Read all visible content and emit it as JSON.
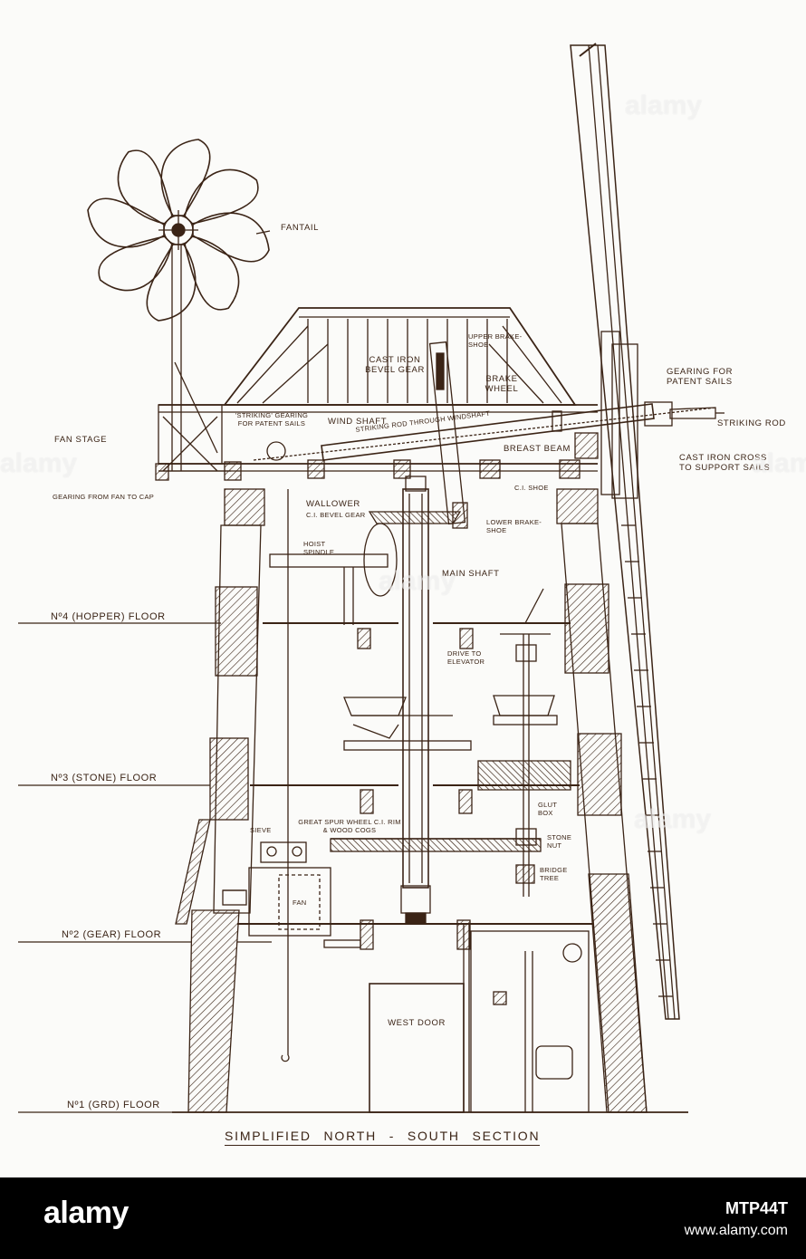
{
  "labels": {
    "fantail": "FANTAIL",
    "upper_brake_shoe": "UPPER BRAKE-SHOE",
    "cast_iron_bevel_gear": "CAST IRON BEVEL GEAR",
    "brake_wheel": "BRAKE WHEEL",
    "gearing_patent_sails": "GEARING FOR PATENT SAILS",
    "striking_gearing": "'STRIKING' GEARING FOR PATENT SAILS",
    "wind_shaft": "WIND SHAFT",
    "striking_rod_through": "STRIKING ROD THROUGH WINDSHAFT",
    "striking_rod": "STRIKING ROD",
    "fan_stage": "FAN STAGE",
    "breast_beam": "BREAST BEAM",
    "cast_iron_cross": "CAST IRON CROSS TO SUPPORT SAILS",
    "ci_shoe": "C.I. SHOE",
    "gearing_fan_to_cap": "GEARING FROM FAN TO CAP",
    "wallower": "WALLOWER",
    "ci_bevel_gear": "C.I. BEVEL GEAR",
    "lower_brake_shoe": "LOWER BRAKE-SHOE",
    "hoist_spindle": "HOIST SPINDLE",
    "main_shaft": "MAIN SHAFT",
    "floor_4": "Nº4 (HOPPER) FLOOR",
    "drive_to_elevator": "DRIVE TO ELEVATOR",
    "floor_3": "Nº3 (STONE) FLOOR",
    "glut_box": "GLUT BOX",
    "sieve": "SIEVE",
    "great_spur_wheel": "GREAT SPUR WHEEL C.I. RIM & WOOD COGS",
    "stone_nut": "STONE NUT",
    "bridge_tree": "BRIDGE TREE",
    "fan": "FAN",
    "floor_2": "Nº2 (GEAR) FLOOR",
    "west_door": "WEST DOOR",
    "floor_1": "Nº1 (GRD) FLOOR"
  },
  "title": "SIMPLIFIED NORTH - SOUTH SECTION",
  "watermark": "alamy",
  "footer": {
    "brand": "alamy",
    "image_code": "MTP44T",
    "site": "www.alamy.com"
  },
  "colors": {
    "ink": "#3b2416",
    "paper": "#fbfbf9",
    "footer_bg": "#000000"
  }
}
